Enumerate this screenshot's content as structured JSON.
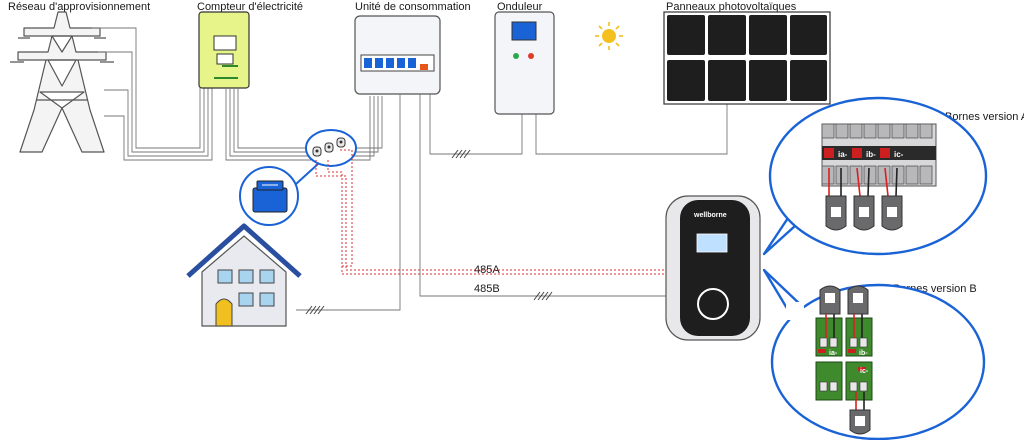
{
  "labels": {
    "grid": "Réseau d'approvisionnement",
    "meter": "Compteur d'électricité",
    "consumer_unit": "Unité de consommation",
    "inverter": "Onduleur",
    "solar_panels": "Panneaux photovoltaïques",
    "version_a": "Bornes version A",
    "version_b": "Bornes version B"
  },
  "lines": {
    "bus_a": "485A",
    "bus_b": "485B"
  },
  "charger": {
    "brand": "wellborne"
  },
  "terminals": {
    "a": [
      "ia-",
      "ib-",
      "ic-"
    ],
    "b": [
      "ia-",
      "ib-",
      "ic-"
    ]
  },
  "colors": {
    "accent_blue": "#1a63d6",
    "meter_yellow": "#e8f58a",
    "panel_dark": "#1a1a1a",
    "sun": "#f4c020",
    "board_green": "#3e8a2c",
    "wire_red": "#d92020",
    "rs485_red": "#d93030",
    "house_roof": "#2a4fa0",
    "house_door": "#f0c020"
  }
}
